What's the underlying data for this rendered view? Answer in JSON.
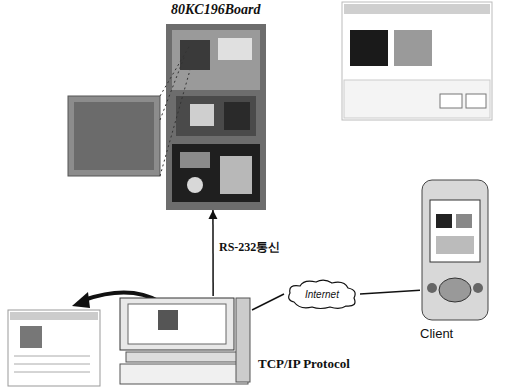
{
  "diagram": {
    "nodes": [
      {
        "text": [
          "80KC196Board"
        ]
      },
      {
        "text": [
          "TCP/IP Protocol"
        ]
      },
      {
        "text": [
          "Internet"
        ]
      },
      {
        "text": [
          "Client"
        ]
      }
    ],
    "edges": [
      {
        "from": 1,
        "to": 0,
        "label": "RS-232통신",
        "arrow": "to"
      },
      {
        "from": 1,
        "to": 2,
        "arrow": "none"
      },
      {
        "from": 2,
        "to": 3,
        "arrow": "none"
      }
    ]
  }
}
